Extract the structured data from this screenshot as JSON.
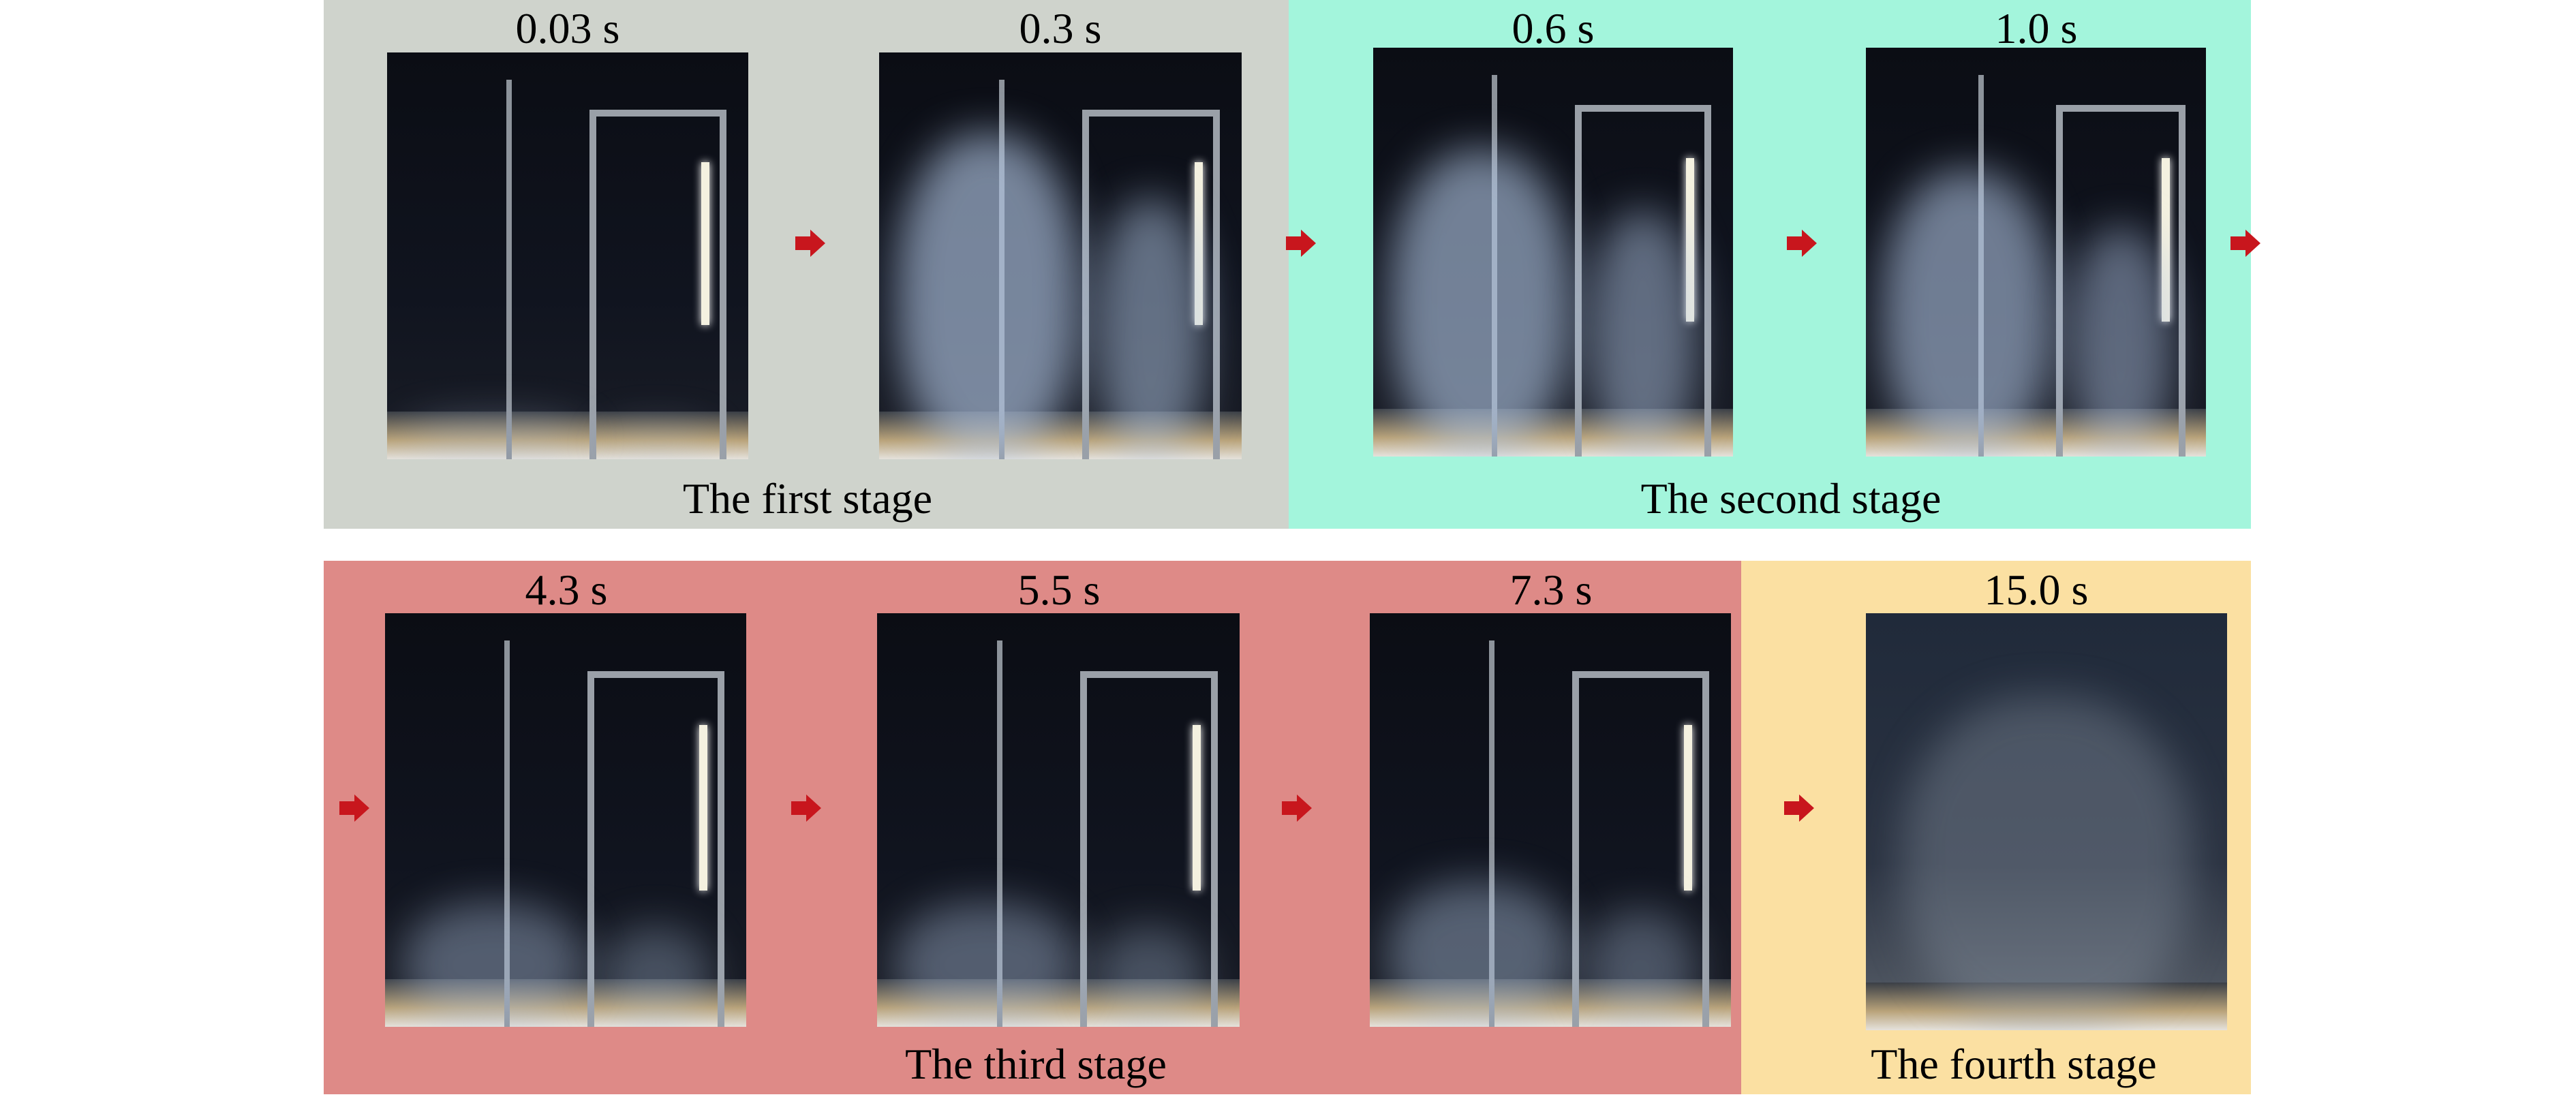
{
  "colors": {
    "stage1": "#cfd3cc",
    "stage2": "#a3f5dc",
    "stage3": "#de8a87",
    "stage4": "#fbe0a2",
    "arrow": "#c8161d"
  },
  "stages": [
    {
      "label": "The first stage"
    },
    {
      "label": "The second stage"
    },
    {
      "label": "The third stage"
    },
    {
      "label": "The fourth stage"
    }
  ],
  "frames": [
    {
      "time": "0.03 s",
      "smoke": 0.1
    },
    {
      "time": "0.3 s",
      "smoke": 0.8
    },
    {
      "time": "0.6 s",
      "smoke": 0.75
    },
    {
      "time": "1.0 s",
      "smoke": 0.7
    },
    {
      "time": "4.3 s",
      "smoke": 0.3
    },
    {
      "time": "5.5 s",
      "smoke": 0.3
    },
    {
      "time": "7.3 s",
      "smoke": 0.35
    },
    {
      "time": "15.0 s",
      "smoke": 0.6
    }
  ],
  "arrow_icon": "right-arrow-icon"
}
